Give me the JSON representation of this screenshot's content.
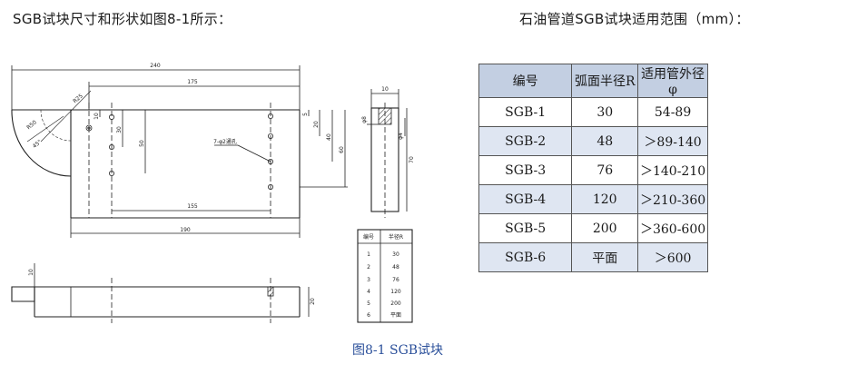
{
  "left_heading": "SGB试块尺寸和形状如图8-1所示：",
  "right_heading": "石油管道SGB试块适用范围（mm）：",
  "table": {
    "headers": [
      "编号",
      "弧面半径R",
      "适用管外径φ"
    ],
    "rows": [
      [
        "SGB-1",
        "30",
        "54-89"
      ],
      [
        "SGB-2",
        "48",
        "＞89-140"
      ],
      [
        "SGB-3",
        "76",
        "＞140-210"
      ],
      [
        "SGB-4",
        "120",
        "＞210-360"
      ],
      [
        "SGB-5",
        "200",
        "＞360-600"
      ],
      [
        "SGB-6",
        "平面",
        "＞600"
      ]
    ]
  },
  "drawing": {
    "dims": {
      "overall_length": "240",
      "span_175": "175",
      "span_155": "155",
      "span_190": "190",
      "h10": "10",
      "h30": "30",
      "h50": "50",
      "h5": "5",
      "h20": "20",
      "h40": "40",
      "h60": "60",
      "r50": "R50",
      "r25": "R25",
      "r45": "45°",
      "holes": "7-φ2通孔",
      "side_10": "10",
      "side_phi8": "φ8",
      "side_phi4": "φ4",
      "side_70": "70",
      "front_20": "20"
    },
    "mini_table": {
      "headers": [
        "编号",
        "半径R"
      ],
      "rows": [
        [
          "1",
          "30"
        ],
        [
          "2",
          "48"
        ],
        [
          "3",
          "76"
        ],
        [
          "4",
          "120"
        ],
        [
          "5",
          "200"
        ],
        [
          "6",
          "平面"
        ]
      ]
    }
  },
  "caption": "图8-1    SGB试块"
}
